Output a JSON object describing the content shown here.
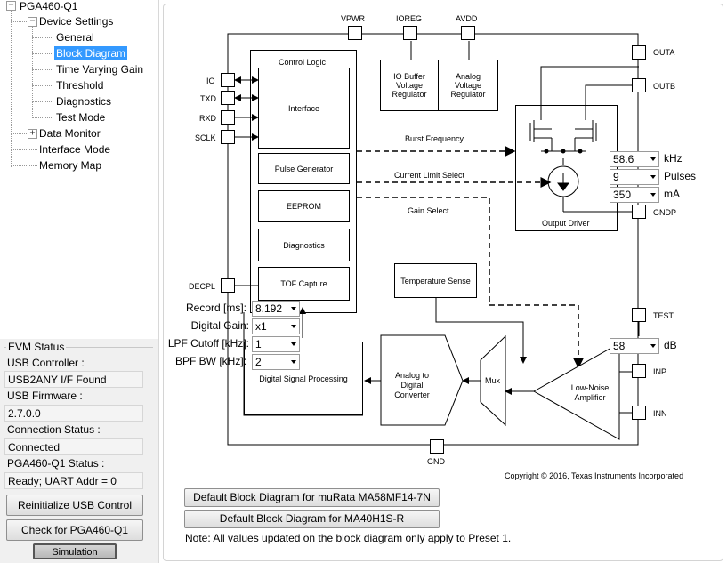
{
  "tree": {
    "root": "PGA460-Q1",
    "device_settings": "Device Settings",
    "general": "General",
    "block_diagram": "Block Diagram",
    "time_varying_gain": "Time Varying Gain",
    "threshold": "Threshold",
    "diagnostics": "Diagnostics",
    "test_mode": "Test Mode",
    "data_monitor": "Data Monitor",
    "interface_mode": "Interface Mode",
    "memory_map": "Memory Map"
  },
  "evm": {
    "title": "EVM Status",
    "usb_controller_label": "USB Controller :",
    "usb_controller_value": "USB2ANY I/F Found",
    "usb_firmware_label": "USB Firmware :",
    "usb_firmware_value": "2.7.0.0",
    "connection_label": "Connection Status :",
    "connection_value": "Connected",
    "status_label": "PGA460-Q1 Status :",
    "status_value": "Ready; UART Addr = 0",
    "reinit_button": "Reinitialize USB Control",
    "check_button": "Check for PGA460-Q1",
    "simulation_button": "Simulation"
  },
  "diagram": {
    "pins_top": {
      "vpwr": "VPWR",
      "ioreg": "IOREG",
      "avdd": "AVDD"
    },
    "pins_left": {
      "io": "IO",
      "txd": "TXD",
      "rxd": "RXD",
      "sclk": "SCLK",
      "decpl": "DECPL"
    },
    "pins_right": {
      "outa": "OUTA",
      "outb": "OUTB",
      "gndp": "GNDP",
      "test": "TEST",
      "inp": "INP",
      "inn": "INN"
    },
    "pin_bottom": {
      "gnd": "GND"
    },
    "control_logic": "Control Logic",
    "interface": "Interface",
    "pulse_generator": "Pulse Generator",
    "eeprom": "EEPROM",
    "diagnostics": "Diagnostics",
    "tof_capture": "TOF Capture",
    "io_buffer": "IO Buffer Voltage Regulator",
    "analog_regulator": "Analog Voltage Regulator",
    "output_driver": "Output Driver",
    "temperature_sense": "Temperature Sense",
    "adc": "Analog to Digital Converter",
    "mux": "Mux",
    "lna": "Low-Noise Amplifier",
    "dsp": "Digital Signal Processing",
    "burst_frequency": "Burst Frequency",
    "current_limit_select": "Current Limit Select",
    "gain_select": "Gain Select",
    "copyright": "Copyright © 2016, Texas Instruments Incorporated"
  },
  "controls": {
    "frequency": {
      "value": "58.6",
      "unit": "kHz"
    },
    "pulses": {
      "value": "9",
      "unit": "Pulses"
    },
    "current": {
      "value": "350",
      "unit": "mA"
    },
    "gain_db": {
      "value": "58",
      "unit": "dB"
    },
    "record": {
      "label": "Record [ms]:",
      "value": "8.192"
    },
    "digital_gain": {
      "label": "Digital Gain:",
      "value": "x1"
    },
    "lpf_cutoff": {
      "label": "LPF Cutoff [kHz]:",
      "value": "1"
    },
    "bpf_bw": {
      "label": "BPF BW [kHz]:",
      "value": "2"
    }
  },
  "footer": {
    "default_murata": "Default Block Diagram for muRata MA58MF14-7N",
    "default_ma40": "Default Block Diagram for MA40H1S-R",
    "note": "Note: All values updated on the block diagram only apply to Preset 1."
  }
}
